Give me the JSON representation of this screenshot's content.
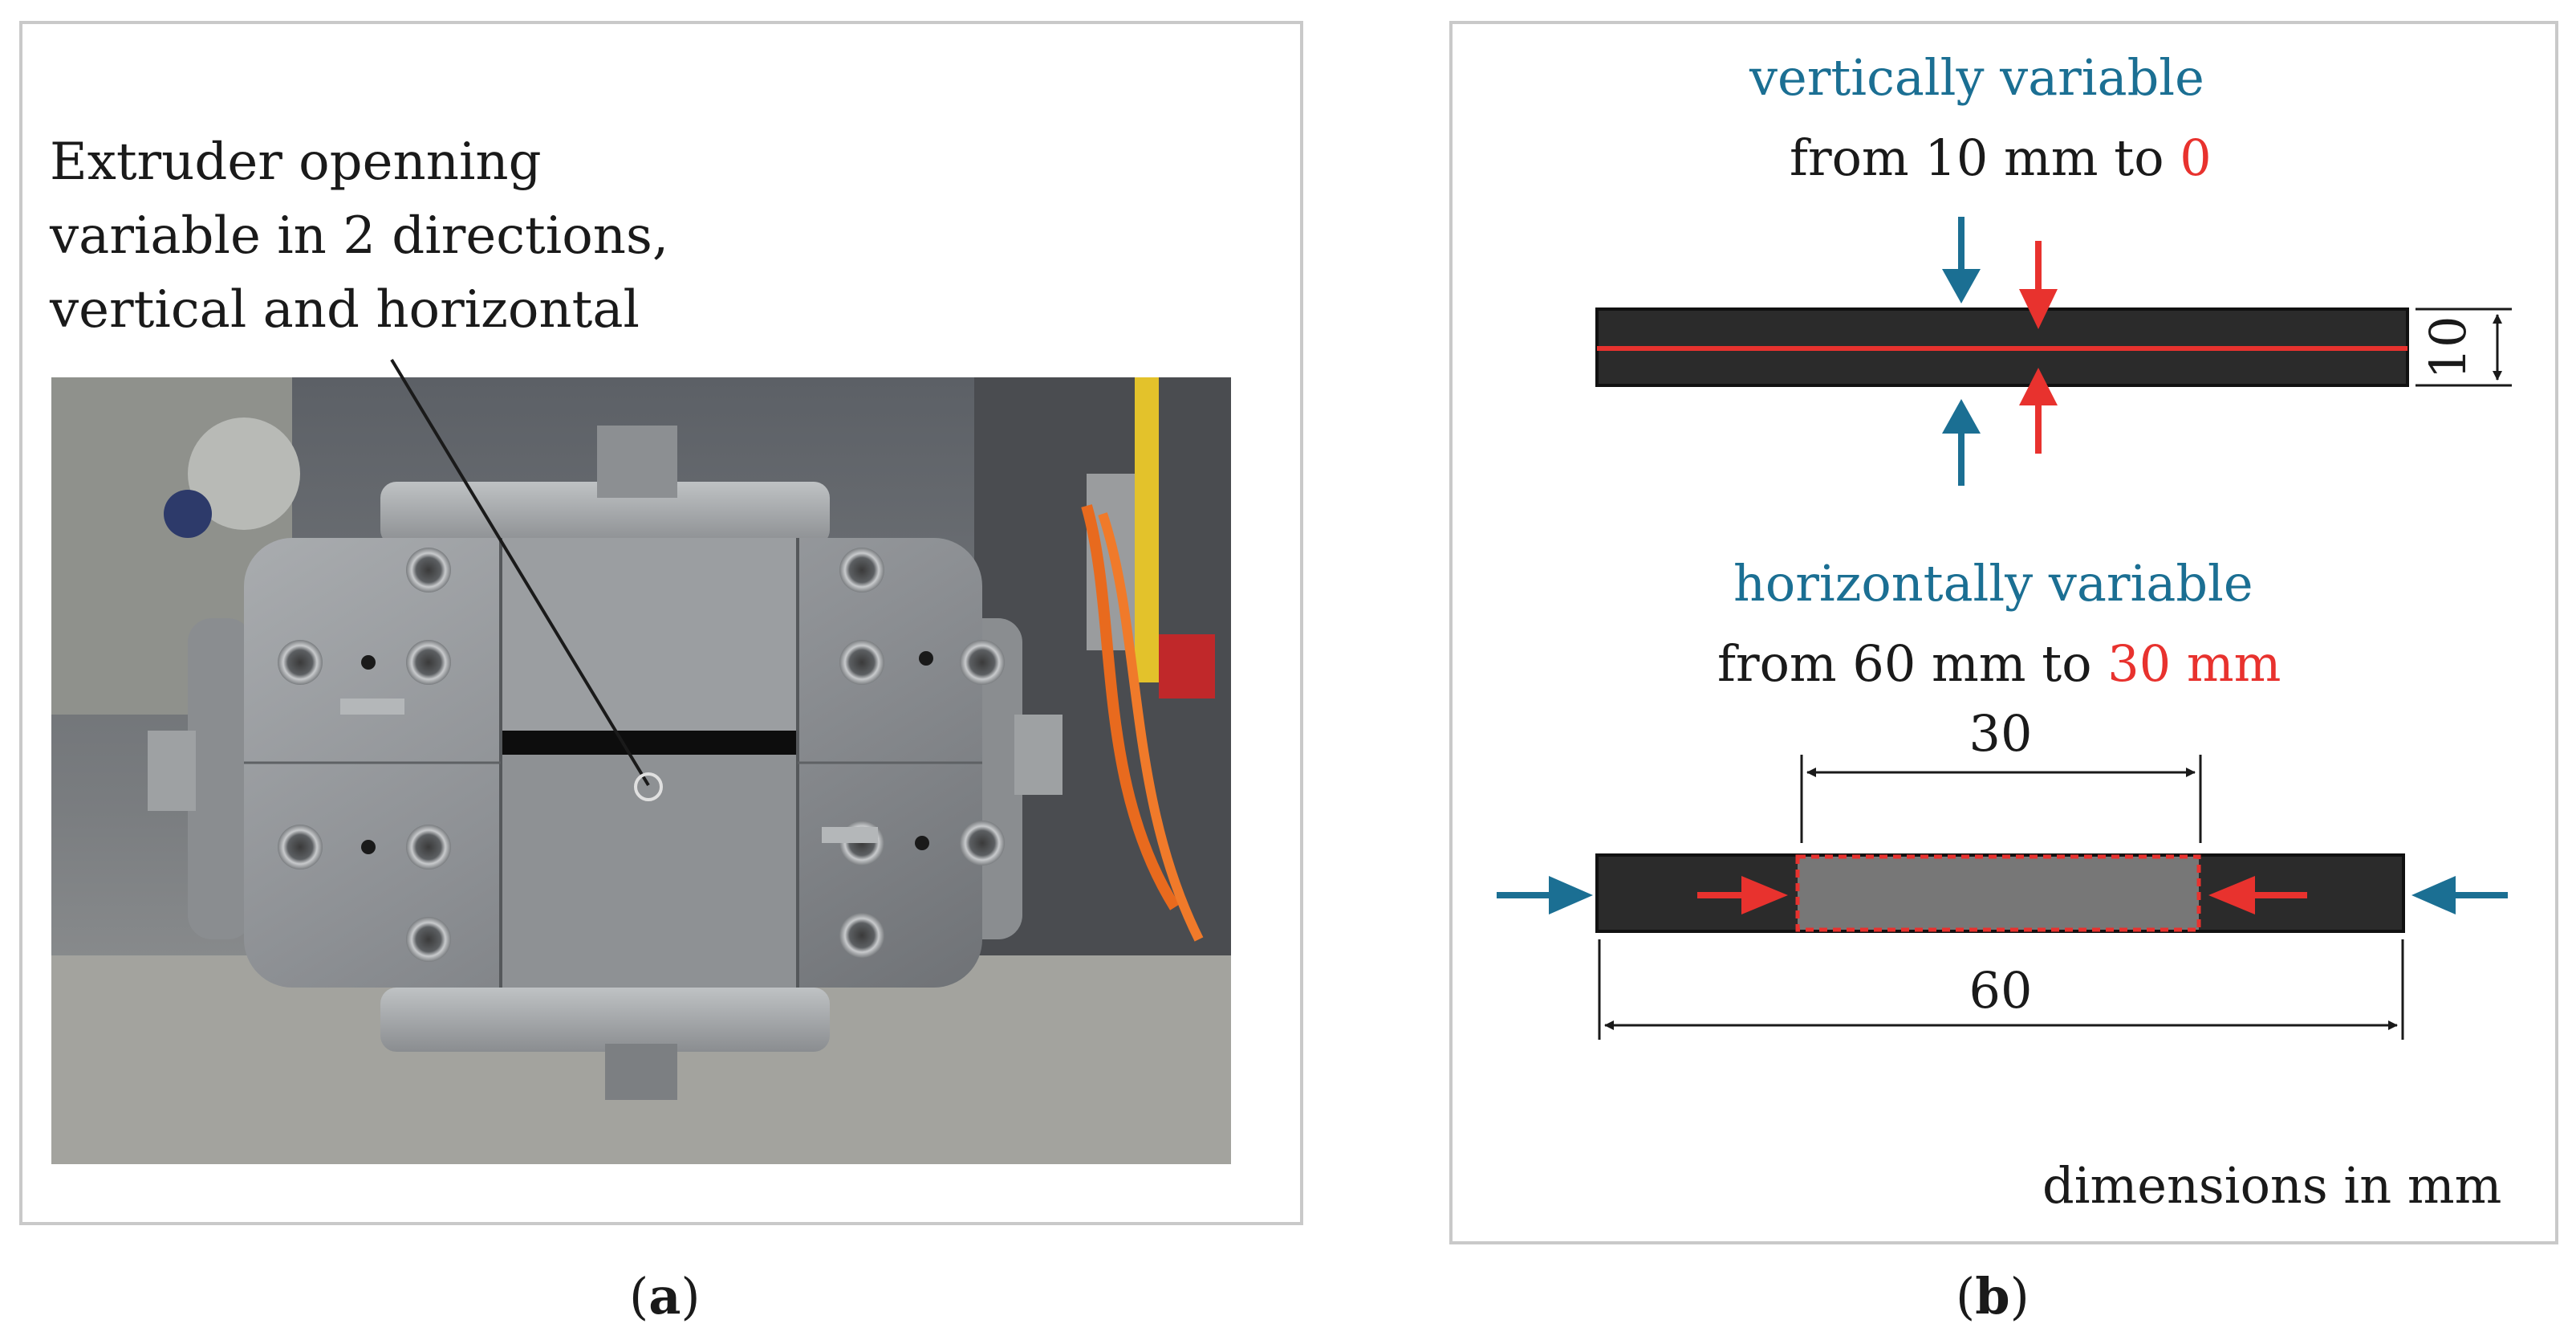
{
  "panel_a": {
    "annotation_lines": [
      "Extruder openning",
      "variable in 2 directions,",
      "vertical and horizontal"
    ],
    "caption_open": "(",
    "caption_letter": "a",
    "caption_close": ")"
  },
  "panel_b": {
    "vertical_title": "vertically variable",
    "vertical_range_prefix": "from 10 mm to ",
    "vertical_range_target": "0",
    "horizontal_title": "horizontally variable",
    "horizontal_range_prefix": "from 60 mm to ",
    "horizontal_range_target": "30 mm",
    "dim_height": "10",
    "dim_inner_width": "30",
    "dim_outer_width": "60",
    "note": "dimensions in mm",
    "caption_open": "(",
    "caption_letter": "b",
    "caption_close": ")"
  },
  "colors": {
    "blue_arrow": "#1b6f93",
    "red_arrow": "#e8322e",
    "profile_fill": "#2b2b2b",
    "inner_fill": "#777777"
  }
}
